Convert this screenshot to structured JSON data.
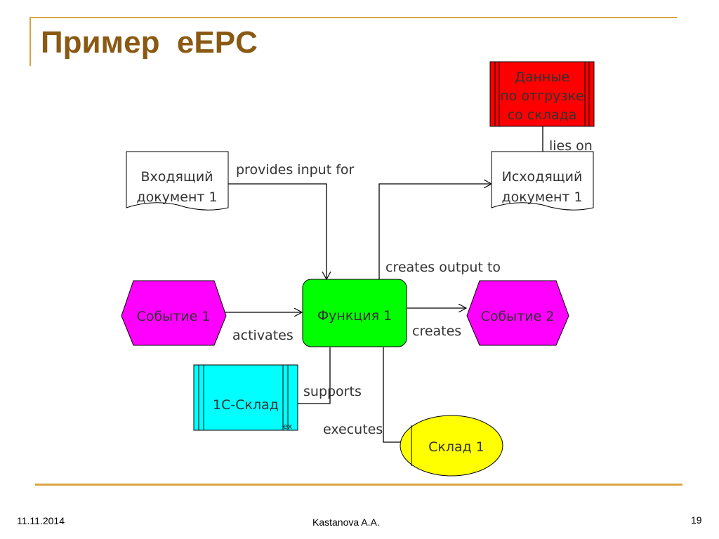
{
  "slide": {
    "title": "Пример  eEPC",
    "footer_date": "11.11.2014",
    "footer_author": "Kastanova A.A.",
    "footer_page": "19"
  },
  "diagram": {
    "nodes": {
      "data_doc": {
        "lines": [
          "Данные",
          "по отгрузке",
          "со склада"
        ],
        "color": "#ff0000"
      },
      "input_doc": {
        "lines": [
          "Входящий",
          "документ 1"
        ],
        "color": "#ffffff"
      },
      "output_doc": {
        "lines": [
          "Исходящий",
          "документ 1"
        ],
        "color": "#ffffff"
      },
      "event1": {
        "lines": [
          "Событие 1"
        ],
        "color": "#ff00ff"
      },
      "function1": {
        "lines": [
          "Функция 1"
        ],
        "color": "#00ff00"
      },
      "event2": {
        "lines": [
          "Событие 2"
        ],
        "color": "#ff00ff"
      },
      "system": {
        "lines": [
          "1С-Склад"
        ],
        "color": "#00ffff",
        "tag": "ex"
      },
      "org_unit": {
        "lines": [
          "Склад 1"
        ],
        "color": "#ffff00"
      }
    },
    "relations": {
      "lies_on": "lies on",
      "provides_input": "provides input for",
      "creates_output": "creates output to",
      "activates": "activates",
      "creates": "creates",
      "supports": "supports",
      "executes": "executes"
    }
  }
}
